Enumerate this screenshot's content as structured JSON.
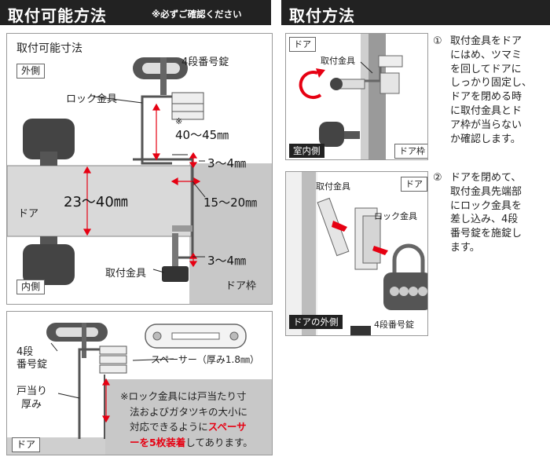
{
  "left": {
    "header_title": "取付可能方法",
    "header_note": "※必ずご確認ください",
    "dims_panel": {
      "title": "取付可能寸法",
      "tag_outer": "外側",
      "tag_inner": "内側",
      "label_lock": "4段番号錠",
      "label_lock_bracket": "ロック金具",
      "label_mount_bracket": "取付金具",
      "label_door": "ドア",
      "label_door_frame": "ドア枠",
      "note_mark": "※",
      "dim_gap": "40〜45㎜",
      "dim_top": "3〜4㎜",
      "dim_depth": "15〜20㎜",
      "dim_door": "23〜40㎜",
      "dim_bottom": "3〜4㎜"
    },
    "spacer_panel": {
      "label_lock_l1": "4段",
      "label_lock_l2": "番号錠",
      "label_stop_l1": "戸当り",
      "label_stop_l2": "厚み",
      "label_spacer": "スペーサー（厚み1.8㎜）",
      "label_door": "ドア",
      "note_l1": "※ロック金具には戸当たり寸",
      "note_l2": "法およびガタツキの大小に",
      "note_l3a": "対応できるように",
      "note_l3b": "スペーサ",
      "note_l4a": "ーを5枚装着",
      "note_l4b": "してあります。"
    }
  },
  "right": {
    "header_title": "取付方法",
    "step1": {
      "tag_door": "ドア",
      "label_bracket": "取付金具",
      "tag_room": "室内側",
      "tag_frame": "ドア枠",
      "num": "①",
      "lines": [
        "取付金具をドア",
        "にはめ、ツマミ",
        "を回してドアに",
        "しっかり固定し、",
        "ドアを閉める時",
        "に取付金具とド",
        "ア枠が当らない",
        "か確認します。"
      ]
    },
    "step2": {
      "label_bracket": "取付金具",
      "tag_door": "ドア",
      "label_lock_bracket": "ロック金具",
      "tag_outside": "ドアの外側",
      "label_lock": "4段番号錠",
      "num": "②",
      "lines": [
        "ドアを閉めて、",
        "取付金具先端部",
        "にロック金具を",
        "差し込み、4段",
        "番号錠を施錠し",
        "ます。"
      ]
    }
  },
  "colors": {
    "accent_red": "#e60012",
    "header_bg": "#222222",
    "door_gray": "#d9d9d9",
    "frame_gray": "#c8c8c8"
  }
}
